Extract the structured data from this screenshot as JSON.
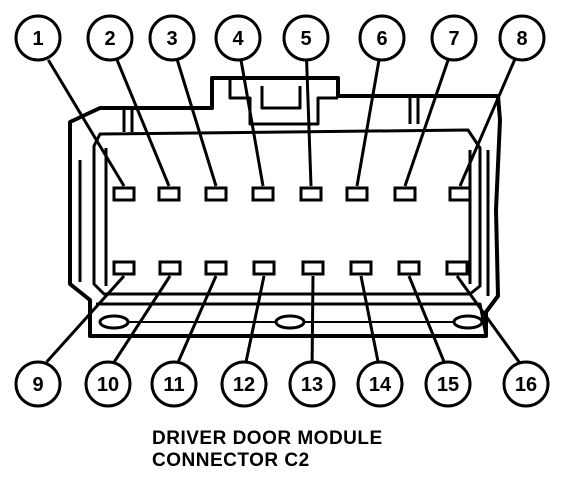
{
  "title": {
    "line1": "DRIVER DOOR MODULE",
    "line2": "CONNECTOR C2"
  },
  "pins": {
    "top": [
      "1",
      "2",
      "3",
      "4",
      "5",
      "6",
      "7",
      "8"
    ],
    "bottom": [
      "9",
      "10",
      "11",
      "12",
      "13",
      "14",
      "15",
      "16"
    ]
  }
}
